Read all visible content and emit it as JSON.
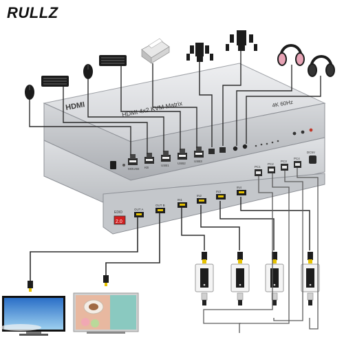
{
  "brand": "RULLZ",
  "device": {
    "logo": "HDMI",
    "model": "HDMI 4x2 KVM Matrix",
    "resolution": "4K 60Hz",
    "edid_label": "EDID",
    "edid_value": "2.0",
    "front_ports": [
      "MOUSE",
      "KB",
      "USB1",
      "USB2",
      "USB3"
    ],
    "hdmi_out_labels": [
      "OUT A",
      "OUT B"
    ],
    "hdmi_in_labels": [
      "IN1",
      "IN2",
      "IN3",
      "IN4"
    ],
    "usb_pc_labels": [
      "PC1",
      "PC2",
      "PC3",
      "PC4"
    ],
    "power_label": "DC5V"
  },
  "peripherals": [
    {
      "name": "mouse",
      "icon": "mouse-icon"
    },
    {
      "name": "keyboard",
      "icon": "keyboard-icon"
    },
    {
      "name": "mouse",
      "icon": "mouse-icon"
    },
    {
      "name": "keyboard",
      "icon": "keyboard-icon"
    },
    {
      "name": "printer",
      "icon": "printer-icon"
    },
    {
      "name": "speakers",
      "icon": "speakers-icon"
    },
    {
      "name": "speakers",
      "icon": "speakers-icon"
    },
    {
      "name": "headphones",
      "icon": "headphones-icon"
    },
    {
      "name": "headphones",
      "icon": "headphones-icon"
    }
  ],
  "colors": {
    "device_body": "#c9cbcf",
    "device_top": "#e4e5e8",
    "cable": "#2a2a2a",
    "headphone_pink": "#e7a3b5",
    "edid_display": "#d21f1f"
  }
}
